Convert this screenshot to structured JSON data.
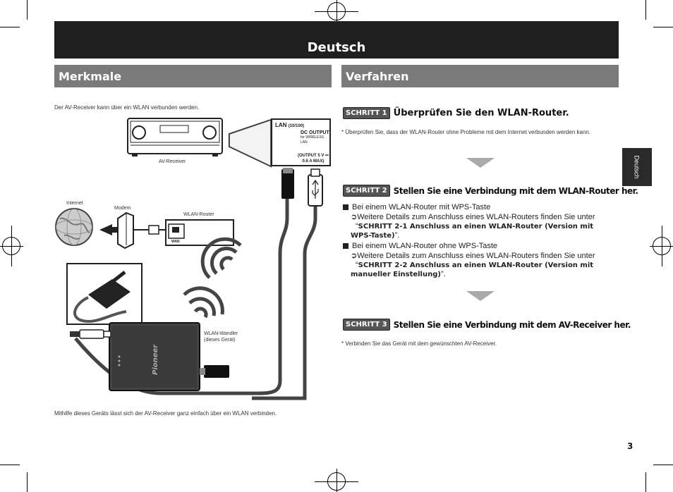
{
  "header": {
    "language": "Deutsch"
  },
  "left": {
    "heading": "Merkmale",
    "intro": "Der AV-Receiver kann über ein WLAN verbunden werden.",
    "footer": "Mithilfe dieses Geräts lässt sich der AV-Receiver ganz einfach über ein WLAN verbinden.",
    "labels": {
      "av_receiver": "AV-Receiver",
      "internet": "Internet",
      "modem": "Modem",
      "wlan_router": "WLAN-Router",
      "wlan_converter_line1": "WLAN-Wandler",
      "wlan_converter_line2": "(dieses Gerät)",
      "lan_title": "LAN",
      "lan_sub": "(10/100)",
      "dc_output": "DC OUTPUT",
      "dc_output_sub": "for WIRELESS LAN",
      "output_spec_1": "(OUTPUT 5 V ⎓",
      "output_spec_2": "0.6 A MAX)",
      "wan": "WAN",
      "brand": "Pioneer"
    }
  },
  "right": {
    "heading": "Verfahren",
    "steps": [
      {
        "badge": "SCHRITT 1",
        "title": "Überprüfen Sie den WLAN-Router.",
        "note": "* Überprüfen Sie, dass der WLAN-Router ohne Probleme mit dem Internet verbunden werden kann."
      },
      {
        "badge": "SCHRITT 2",
        "title": "Stellen Sie eine Verbindung mit dem WLAN-Router her.",
        "options": [
          {
            "bullet": "Bei einem WLAN-Router mit WPS-Taste",
            "text": "Weitere Details zum Anschluss eines WLAN-Routers finden Sie unter",
            "ref": "SCHRITT 2-1 Anschluss an einen WLAN-Router (Version mit WPS-Taste)"
          },
          {
            "bullet": "Bei einem WLAN-Router ohne WPS-Taste",
            "text": "Weitere Details zum Anschluss eines WLAN-Routers finden Sie unter",
            "ref": "SCHRITT 2-2 Anschluss an einen WLAN-Router (Version mit manueller Einstellung)"
          }
        ]
      },
      {
        "badge": "SCHRITT 3",
        "title": "Stellen Sie eine Verbindung mit dem AV-Receiver her.",
        "note": "* Verbinden Sie das Gerät mit dem gewünschten AV-Receiver."
      }
    ]
  },
  "side_tab": "Deutsch",
  "page_number": "3",
  "colors": {
    "banner": "#1f1f1f",
    "section_header": "#7a7a7a",
    "badge": "#555555",
    "arrow": "#aaaaaa"
  }
}
